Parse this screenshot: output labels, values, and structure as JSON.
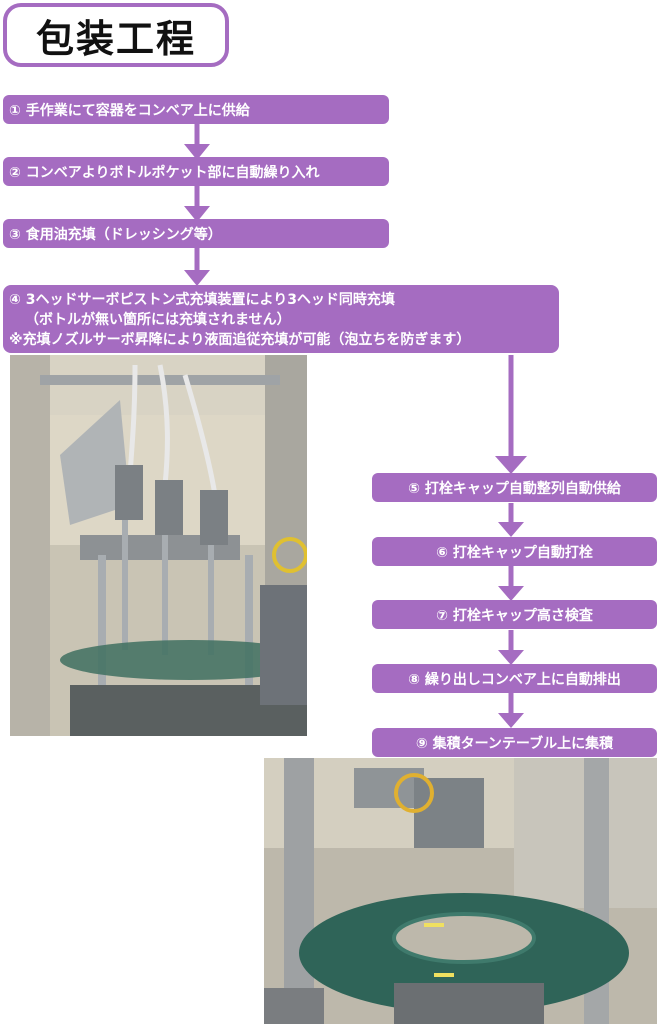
{
  "title": "包装工程",
  "steps": [
    {
      "label": "① 手作業にて容器をコンベア上に供給"
    },
    {
      "label": "② コンベアよりボトルポケット部に自動繰り入れ"
    },
    {
      "label": "③ 食用油充填（ドレッシング等）"
    },
    {
      "lines": [
        "④ 3ヘッドサーボピストン式充填装置により3ヘッド同時充填",
        "（ボトルが無い箇所には充填されません）",
        "※充填ノズルサーボ昇降により液面追従充填が可能（泡立ちを防ぎます）"
      ]
    },
    {
      "label": "⑤ 打栓キャップ自動整列自動供給"
    },
    {
      "label": "⑥ 打栓キャップ自動打栓"
    },
    {
      "label": "⑦ 打栓キャップ高さ検査"
    },
    {
      "label": "⑧ 繰り出しコンベア上に自動排出"
    },
    {
      "label": "⑨ 集積ターンテーブル上に集積"
    }
  ],
  "colors": {
    "accent": "#a56cc1",
    "text": "#ffffff"
  }
}
